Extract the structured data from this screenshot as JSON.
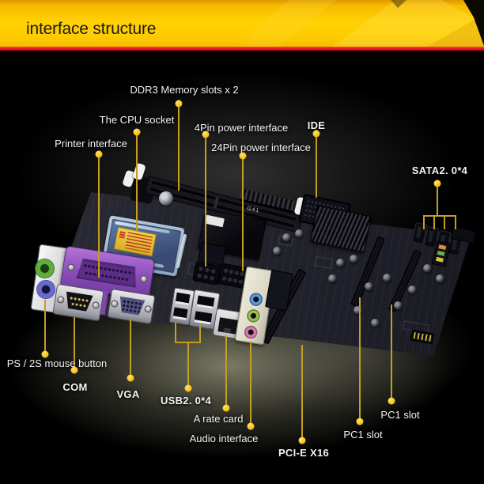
{
  "header": {
    "title": "interface structure"
  },
  "board": {
    "silkscreen_text": "G41"
  },
  "callouts": {
    "printer": {
      "label": "Printer interface"
    },
    "cpu": {
      "label": "The CPU socket"
    },
    "ddr3": {
      "label": "DDR3 Memory slots x 2"
    },
    "power4": {
      "label": "4Pin power interface"
    },
    "power24": {
      "label": "24Pin power interface"
    },
    "ide": {
      "label": "IDE"
    },
    "sata": {
      "label": "SATA2. 0*4"
    },
    "ps2": {
      "label": "PS / 2S mouse button"
    },
    "com": {
      "label": "COM"
    },
    "vga": {
      "label": "VGA"
    },
    "usb": {
      "label": "USB2. 0*4"
    },
    "rate": {
      "label": "A rate card"
    },
    "audio": {
      "label": "Audio interface"
    },
    "pcie": {
      "label": "PCI-E X16"
    },
    "pci_lower": {
      "label": "PC1 slot"
    },
    "pci_upper": {
      "label": "PC1 slot"
    }
  },
  "colors": {
    "banner_yellow": "#ffd104",
    "stripe_red": "#e8152b",
    "callout_line": "#c49e20",
    "callout_dot": "#f5c415",
    "label_text": "#f2f2f2"
  }
}
